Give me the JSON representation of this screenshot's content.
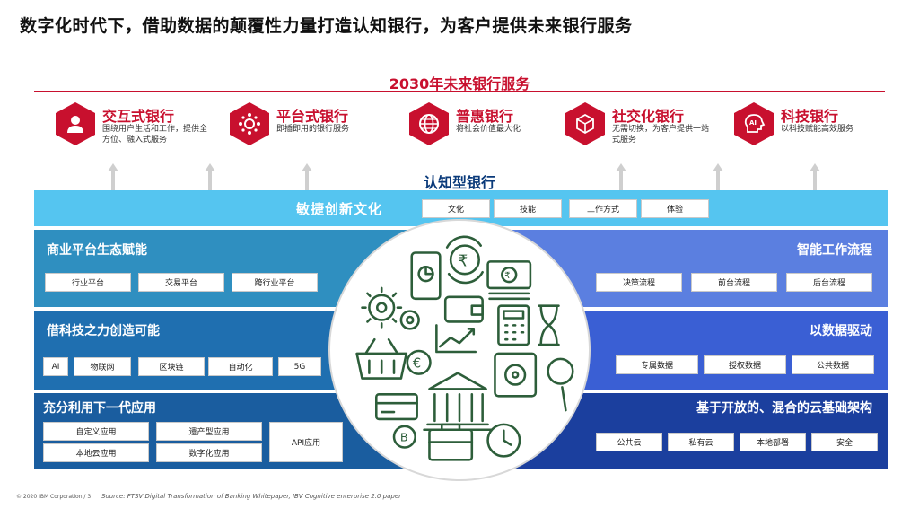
{
  "page_title": "数字化时代下，借助数据的颠覆性力量打造认知银行，为客户提供未来银行服务",
  "future_title": "2030年未来银行服务",
  "banks": [
    {
      "name": "交互式银行",
      "desc": "围绕用户生活和工作，提供全方位、融入式服务",
      "icon": "person-icon"
    },
    {
      "name": "平台式银行",
      "desc": "即插即用的银行服务",
      "icon": "platform-network-icon"
    },
    {
      "name": "普惠银行",
      "desc": "将社会价值最大化",
      "icon": "globe-icon"
    },
    {
      "name": "社交化银行",
      "desc": "无需切换，为客户提供一站式服务",
      "icon": "cube-icon"
    },
    {
      "name": "科技银行",
      "desc": "以科技赋能高效服务",
      "icon": "ai-head-icon"
    }
  ],
  "cognitive_title": "认知型银行",
  "agile": {
    "label": "敏捷创新文化",
    "chips": [
      "文化",
      "技能",
      "工作方式",
      "体验"
    ]
  },
  "left_panels": [
    {
      "label": "商业平台生态赋能",
      "chips": [
        "行业平台",
        "交易平台",
        "跨行业平台"
      ],
      "color": "#2f8fc0"
    },
    {
      "label": "借科技之力创造可能",
      "chips": [
        "AI",
        "物联网",
        "区块链",
        "自动化",
        "5G"
      ],
      "color": "#1f6fb0"
    },
    {
      "label": "充分利用下一代应用",
      "chips": [
        "自定义应用",
        "遗产型应用",
        "本地云应用",
        "数字化应用",
        "API应用"
      ],
      "color": "#1a5d9f"
    }
  ],
  "right_panels": [
    {
      "label": "智能工作流程",
      "chips": [
        "决策流程",
        "前台流程",
        "后台流程"
      ],
      "color": "#5b7fe0"
    },
    {
      "label": "以数据驱动",
      "chips": [
        "专属数据",
        "授权数据",
        "公共数据"
      ],
      "color": "#3a5fd4"
    },
    {
      "label": "基于开放的、混合的云基础架构",
      "chips": [
        "公共云",
        "私有云",
        "本地部署",
        "安全"
      ],
      "color": "#1b3f9e"
    }
  ],
  "center_icon": "finance-icons-collage",
  "footer": "© 2020 IBM Corporation  /  3",
  "source": "Source: FTSV Digital Transformation of Banking Whitepaper, IBV Cognitive enterprise 2.0 paper"
}
